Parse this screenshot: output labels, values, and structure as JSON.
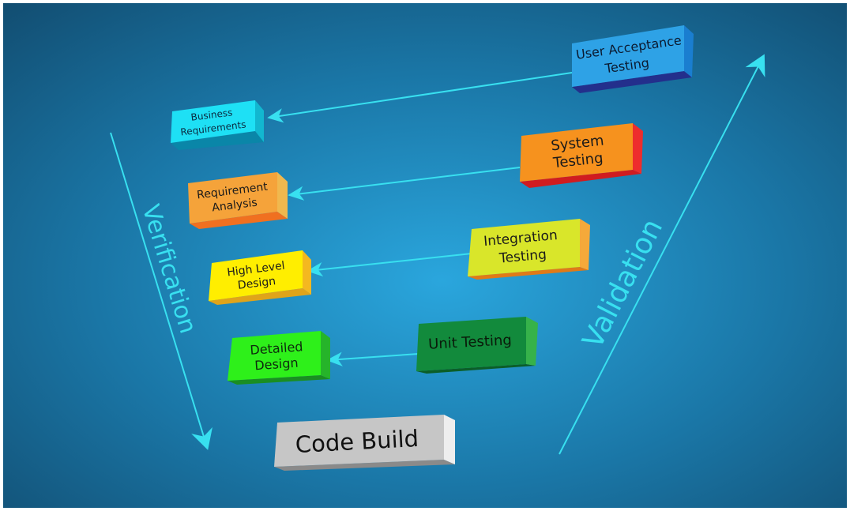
{
  "diagram": {
    "colors": {
      "accent": "#38e0f0"
    },
    "verification_label": "Verification",
    "validation_label": "Validation",
    "boxes": {
      "business_requirements": {
        "lines": [
          "Business",
          "Requirements"
        ],
        "face": "#1ee0f5",
        "side": "#12b7d0",
        "bottom": "#0a86a8",
        "text": "#0b2a40"
      },
      "requirement_analysis": {
        "lines": [
          "Requirement",
          "Analysis"
        ],
        "face": "#f5a33a",
        "side": "#f0b84e",
        "bottom": "#f07020",
        "text": "#1a1a1a"
      },
      "high_level_design": {
        "lines": [
          "High Level",
          "Design"
        ],
        "face": "#ffee00",
        "side": "#f4b820",
        "bottom": "#e0a41a",
        "text": "#1a1a1a"
      },
      "detailed_design": {
        "lines": [
          "Detailed",
          "Design"
        ],
        "face": "#2ef01a",
        "side": "#26b42a",
        "bottom": "#1a8e22",
        "text": "#0d2a0d"
      },
      "code_build": {
        "lines": [
          "Code Build"
        ],
        "face": "#c6c6c6",
        "side": "#eeeeee",
        "bottom": "#8a8a8a",
        "text": "#111111"
      },
      "unit_testing": {
        "lines": [
          "Unit Testing"
        ],
        "face": "#128a3c",
        "side": "#36b24a",
        "bottom": "#0b5e28",
        "text": "#0a1a0a"
      },
      "integration_testing": {
        "lines": [
          "Integration",
          "Testing"
        ],
        "face": "#d9e62a",
        "side": "#f5a93a",
        "bottom": "#e07a18",
        "text": "#1a1a1a"
      },
      "system_testing": {
        "lines": [
          "System",
          "Testing"
        ],
        "face": "#f6921e",
        "side": "#ee2d2d",
        "bottom": "#d01c20",
        "text": "#1a1a1a"
      },
      "user_acceptance_testing": {
        "lines": [
          "User Acceptance",
          "Testing"
        ],
        "face": "#2ea2e6",
        "side": "#1a7ed0",
        "bottom": "#232f8c",
        "text": "#0b1a30"
      }
    }
  }
}
